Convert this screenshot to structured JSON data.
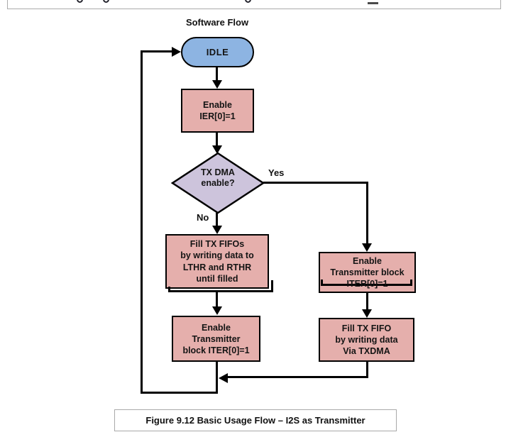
{
  "title": "Software Flow",
  "nodes": {
    "idle": {
      "type": "terminator",
      "label": "IDLE"
    },
    "enable_ier": {
      "type": "process",
      "lines": [
        "Enable",
        "IER[0]=1"
      ]
    },
    "tx_dma_decision": {
      "type": "decision",
      "lines": [
        "TX DMA",
        "enable?"
      ]
    },
    "fill_tx_fifos": {
      "type": "process",
      "lines": [
        "Fill TX FIFOs",
        "by writing data to",
        "LTHR and RTHR",
        "until filled"
      ]
    },
    "enable_transmitter_left": {
      "type": "process",
      "lines": [
        "Enable",
        "Transmitter",
        "block ITER[0]=1"
      ]
    },
    "enable_transmitter_right": {
      "type": "process",
      "lines": [
        "Enable",
        "Transmitter block",
        "ITER[0]=1"
      ]
    },
    "fill_tx_fifo_dma": {
      "type": "process",
      "lines": [
        "Fill TX FIFO",
        "by writing data",
        "Via TXDMA"
      ]
    }
  },
  "edge_labels": {
    "yes": "Yes",
    "no": "No"
  },
  "caption": "Figure 9.12 Basic Usage Flow – I2S as Transmitter",
  "colors": {
    "terminator_fill": "#8DB4E2",
    "process_fill": "#E5AFAC",
    "decision_fill": "#CDC4DC",
    "line_color": "#000000",
    "caption_border": "#A9A9A9",
    "top_border": "#ABABAB"
  }
}
